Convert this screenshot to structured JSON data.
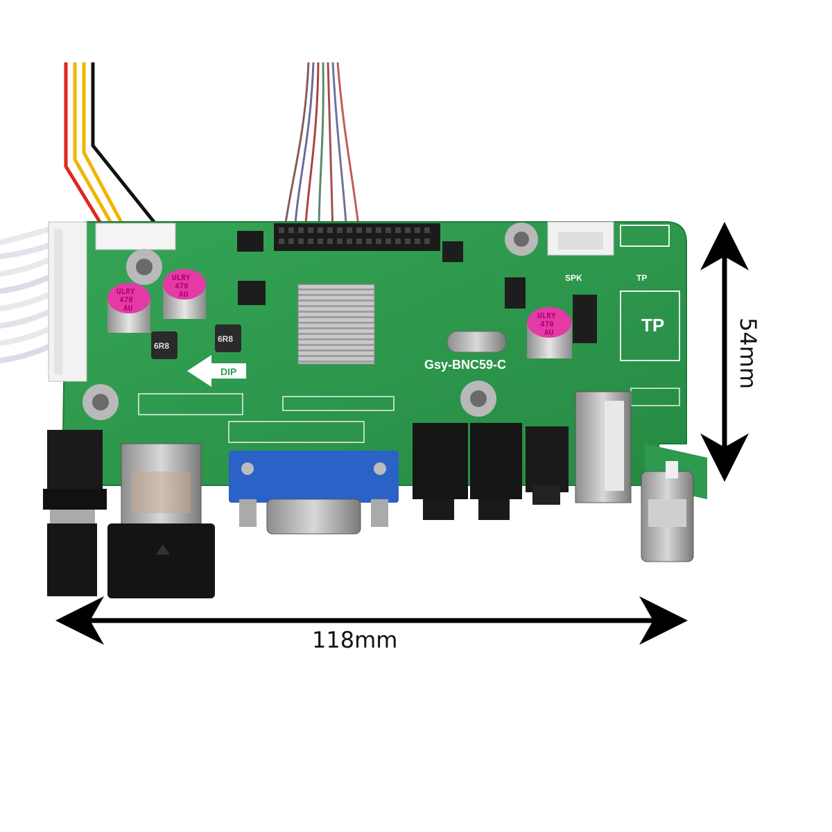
{
  "board": {
    "model_label": "Gsy-BNC59-C",
    "arrow_label": "DIP",
    "speaker_label": "SPK",
    "tp_small_label": "TP",
    "tp_large_label": "TP"
  },
  "capacitors": [
    {
      "line1": "ULRY",
      "line2": "470",
      "line3": "AU"
    },
    {
      "line1": "ULRY",
      "line2": "470",
      "line3": "AU"
    },
    {
      "line1": "ULRY",
      "line2": "470",
      "line3": "AU"
    }
  ],
  "inductors": [
    "6R8",
    "6R8"
  ],
  "dimensions": {
    "width_label": "118mm",
    "height_label": "54mm"
  },
  "colors": {
    "pcb": "#2e9a4e",
    "vga_connector": "#2a62c8",
    "dimension_arrow": "#000000"
  }
}
